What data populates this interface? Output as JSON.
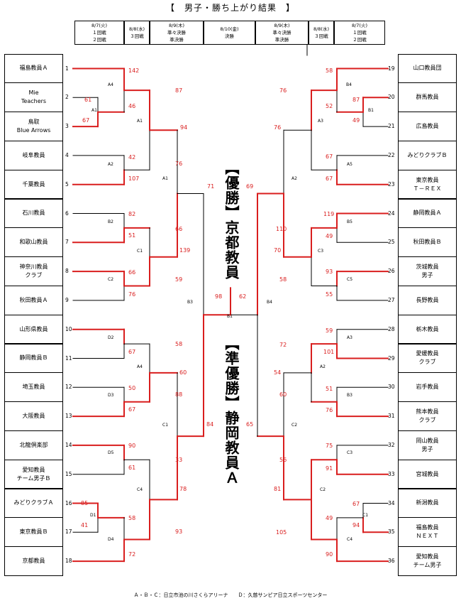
{
  "title": "【　男子・勝ち上がり結果　】",
  "rounds": [
    {
      "lines": [
        "8/7(火)",
        "１回戦",
        "２回戦"
      ]
    },
    {
      "lines": [
        "8/8(水)",
        "３回戦"
      ]
    },
    {
      "lines": [
        "8/9(木)",
        "準々決勝",
        "準決勝"
      ]
    },
    {
      "lines": [
        "8/10(金)",
        "決勝"
      ]
    },
    {
      "lines": [
        "8/9(木)",
        "準々決勝",
        "準決勝"
      ]
    },
    {
      "lines": [
        "8/8(水)",
        "３回戦"
      ]
    },
    {
      "lines": [
        "8/7(火)",
        "１回戦",
        "２回戦"
      ]
    }
  ],
  "left_teams": [
    {
      "n": "1",
      "name": "福島教員Ａ"
    },
    {
      "n": "2",
      "name": "Mie\nTeachers"
    },
    {
      "n": "3",
      "name": "鳥取\nBlue Arrows"
    },
    {
      "n": "4",
      "name": "岐阜教員"
    },
    {
      "n": "5",
      "name": "千葉教員"
    },
    {
      "n": "6",
      "name": "石川教員"
    },
    {
      "n": "7",
      "name": "和歌山教員"
    },
    {
      "n": "8",
      "name": "神奈川教員\nクラブ"
    },
    {
      "n": "9",
      "name": "秋田教員Ａ"
    },
    {
      "n": "10",
      "name": "山形県教員"
    },
    {
      "n": "11",
      "name": "静岡教員Ｂ"
    },
    {
      "n": "12",
      "name": "埼玉教員"
    },
    {
      "n": "13",
      "name": "大阪教員"
    },
    {
      "n": "14",
      "name": "北龍倶楽部"
    },
    {
      "n": "15",
      "name": "愛知教員\nチーム男子Ｂ"
    },
    {
      "n": "16",
      "name": "みどりクラブＡ"
    },
    {
      "n": "17",
      "name": "東京教員Ｂ"
    },
    {
      "n": "18",
      "name": "京都教員"
    }
  ],
  "right_teams": [
    {
      "n": "19",
      "name": "山口教員団"
    },
    {
      "n": "20",
      "name": "群馬教員"
    },
    {
      "n": "21",
      "name": "広島教員"
    },
    {
      "n": "22",
      "name": "みどりクラブＢ"
    },
    {
      "n": "23",
      "name": "東京教員\nＴ－ＲＥＸ"
    },
    {
      "n": "24",
      "name": "静岡教員Ａ"
    },
    {
      "n": "25",
      "name": "秋田教員Ｂ"
    },
    {
      "n": "26",
      "name": "茨城教員\n男子"
    },
    {
      "n": "27",
      "name": "長野教員"
    },
    {
      "n": "28",
      "name": "栃木教員"
    },
    {
      "n": "29",
      "name": "愛媛教員\nクラブ"
    },
    {
      "n": "30",
      "name": "岩手教員"
    },
    {
      "n": "31",
      "name": "熊本教員\nクラブ"
    },
    {
      "n": "32",
      "name": "岡山教員\n男子"
    },
    {
      "n": "33",
      "name": "宮城教員"
    },
    {
      "n": "34",
      "name": "新潟教員"
    },
    {
      "n": "35",
      "name": "福島教員\nＮＥＸＴ"
    },
    {
      "n": "36",
      "name": "愛知教員\nチーム男子"
    }
  ],
  "champion": "【優勝】京都教員",
  "runner_up": "【準優勝】静岡教員Ａ",
  "footer": "Ａ・Ｂ・Ｃ：日立市池の川さくらアリーナ　　Ｄ：久慈サンピア日立スポーツセンター",
  "colors": {
    "win": "#d91e1e",
    "line": "#000000"
  },
  "scores": [
    "142",
    "61",
    "67",
    "46",
    "87",
    "42",
    "107",
    "76",
    "94",
    "71",
    "82",
    "51",
    "66",
    "139",
    "59",
    "66",
    "76",
    "67",
    "58",
    "50",
    "67",
    "88",
    "60",
    "90",
    "61",
    "33",
    "85",
    "41",
    "58",
    "93",
    "72",
    "78",
    "84",
    "98",
    "62",
    "58",
    "87",
    "49",
    "52",
    "76",
    "67",
    "67",
    "76",
    "69",
    "119",
    "49",
    "110",
    "93",
    "55",
    "58",
    "70",
    "59",
    "101",
    "72",
    "51",
    "76",
    "60",
    "54",
    "75",
    "91",
    "56",
    "67",
    "94",
    "49",
    "105",
    "90",
    "81",
    "65"
  ],
  "labels": [
    "A4",
    "A1",
    "A1",
    "A2",
    "A1",
    "B2",
    "C1",
    "C2",
    "B3",
    "D2",
    "A4",
    "D3",
    "C1",
    "D5",
    "C4",
    "D1",
    "D4",
    "B1",
    "B4",
    "B1",
    "A3",
    "A5",
    "A2",
    "B5",
    "C3",
    "C5",
    "B4",
    "A3",
    "A2",
    "B3",
    "C2",
    "C3",
    "C2",
    "C1",
    "C4"
  ]
}
